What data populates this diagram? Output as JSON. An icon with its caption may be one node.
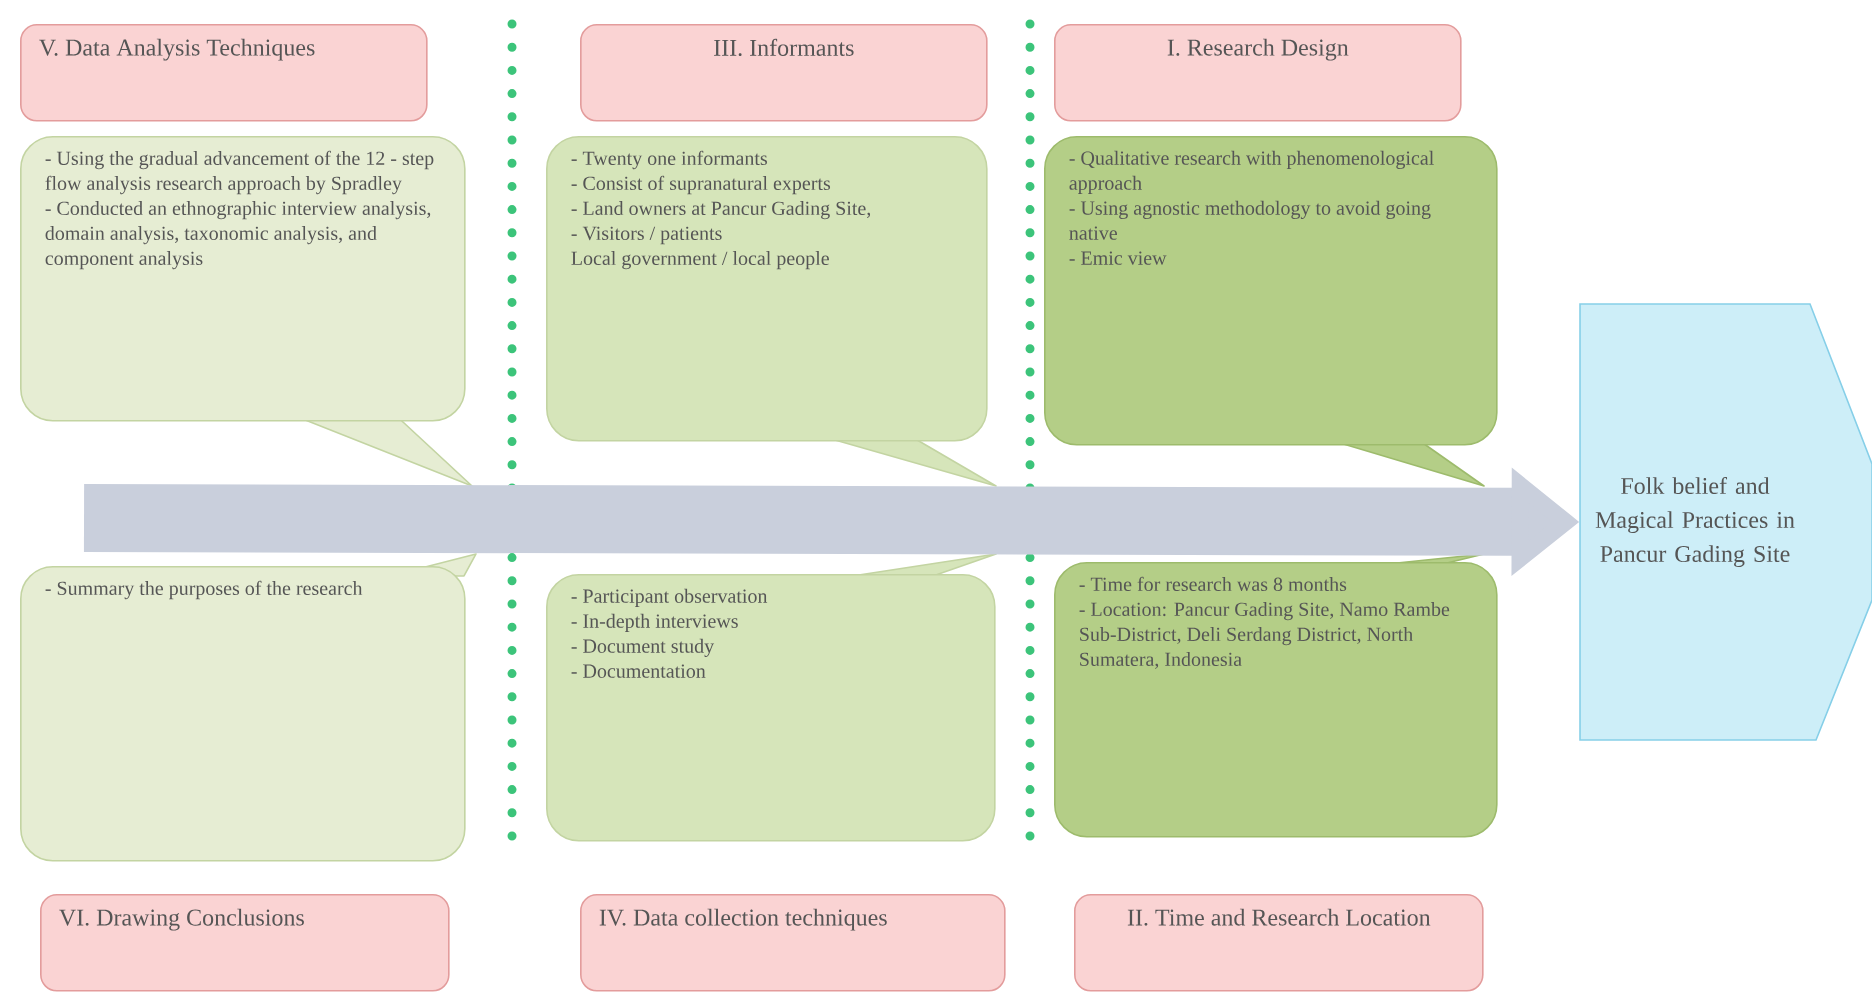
{
  "diagram": {
    "nodes": [
      {
        "text": [
          "V. Data Analysis Techniques"
        ]
      },
      {
        "text": [
          "III. Informants"
        ]
      },
      {
        "text": [
          "I. Research Design"
        ]
      },
      {
        "text": [
          "- Using the gradual advancement of the 12 - step flow analysis research approach by Spradley",
          "- Conducted an ethnographic interview analysis, domain analysis, taxonomic analysis, and component analysis"
        ]
      },
      {
        "text": [
          "- Twenty one informants",
          "- Consist of supranatural experts",
          "- Land owners at Pancur Gading Site,",
          "- Visitors / patients",
          "Local government / local people"
        ]
      },
      {
        "text": [
          "- Qualitative research with phenomenological approach",
          "- Using agnostic methodology to avoid going native",
          "- Emic view"
        ]
      },
      {
        "text": [
          "Folk belief and Magical Practices in Pancur Gading Site"
        ]
      },
      {
        "text": [
          "- Summary the purposes of the research"
        ]
      },
      {
        "text": [
          "- Participant observation",
          "- In-depth interviews",
          "- Document study",
          "- Documentation"
        ]
      },
      {
        "text": [
          "- Time for research was 8 months",
          "- Location: Pancur Gading Site, Namo Rambe Sub-District, Deli Serdang District, North Sumatera, Indonesia"
        ]
      },
      {
        "text": [
          "VI. Drawing Conclusions"
        ]
      },
      {
        "text": [
          "IV. Data collection techniques"
        ]
      },
      {
        "text": [
          "II. Time and Research Location"
        ]
      }
    ],
    "edges": [
      {
        "from": null,
        "to": 6,
        "arrow": "to"
      }
    ]
  }
}
